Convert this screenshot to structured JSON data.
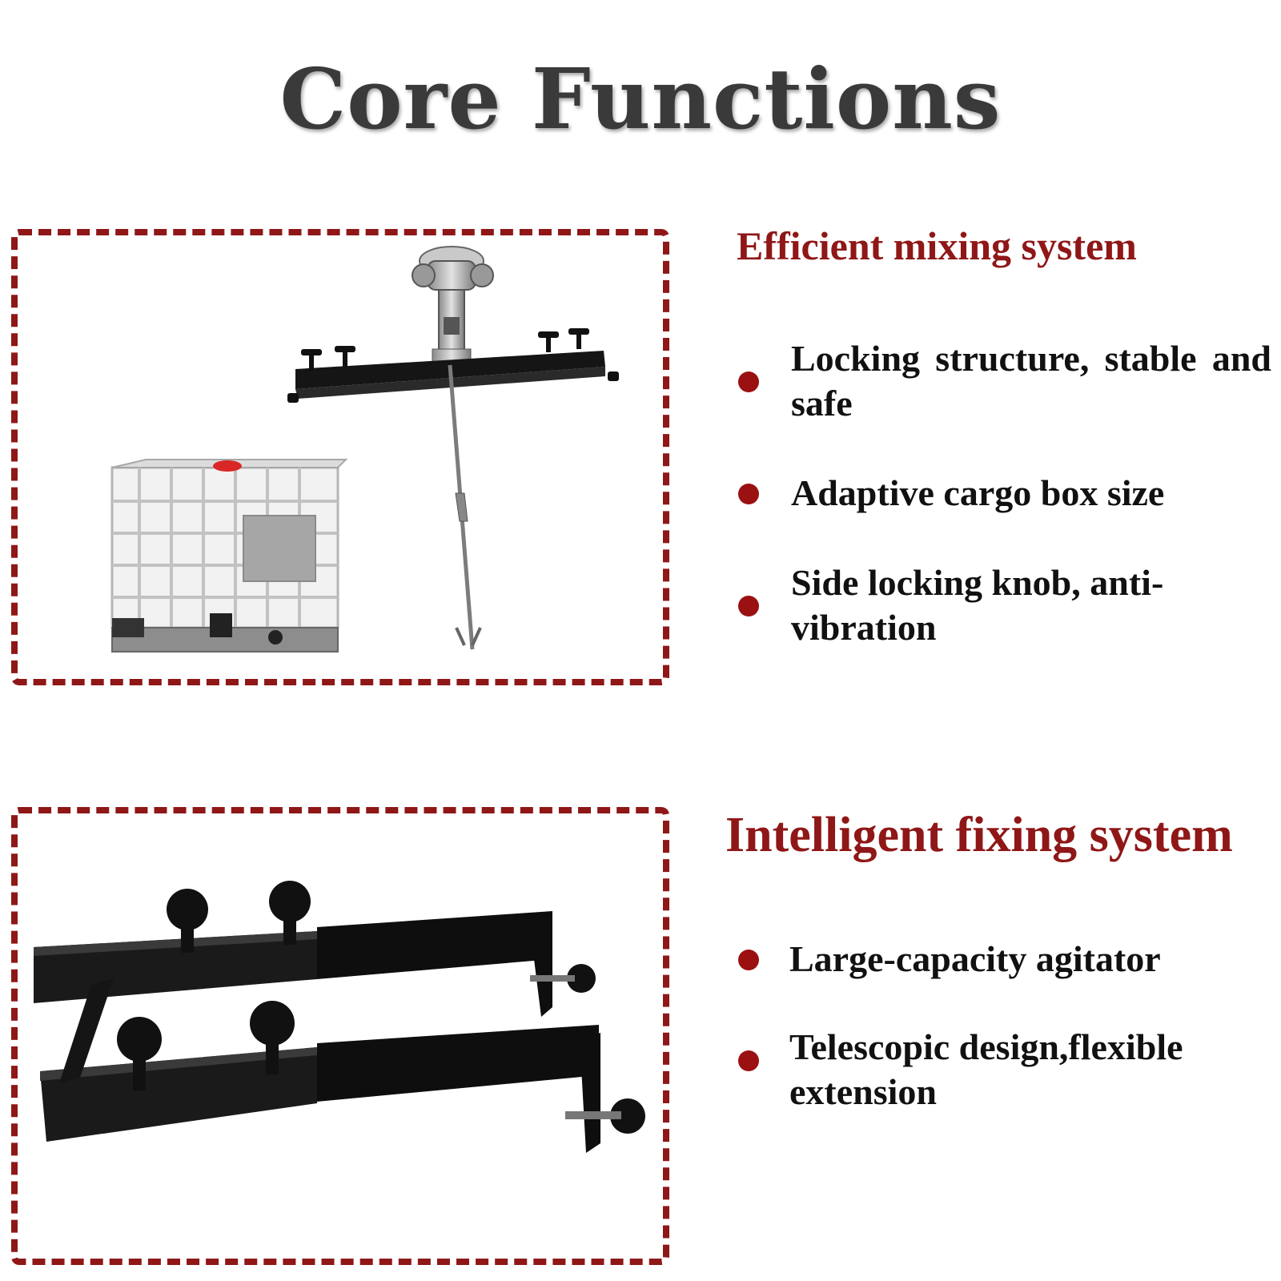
{
  "title": "Core Functions",
  "colors": {
    "accent": "#8f1717",
    "title": "#3a3a3a",
    "bullet": "#9b1010",
    "text": "#111111"
  },
  "sections": [
    {
      "heading": "Efficient mixing system",
      "bullets": [
        "Locking structure, stable and safe",
        "Adaptive cargo box size",
        "Side locking knob, anti-vibration"
      ]
    },
    {
      "heading": "Intelligent fixing system",
      "bullets": [
        "Large-capacity agitator",
        "Telescopic design,flexible extension"
      ]
    }
  ]
}
